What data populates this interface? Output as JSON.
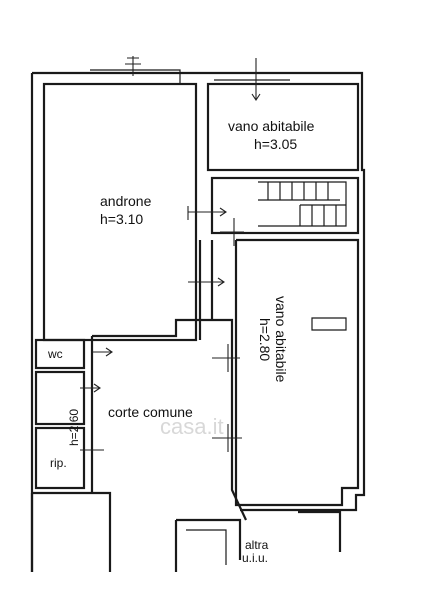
{
  "rooms": {
    "androne": {
      "name": "androne",
      "height": "h=3.10"
    },
    "vano_top": {
      "name": "vano abitabile",
      "height": "h=3.05"
    },
    "vano_right": {
      "name": "vano abitabile",
      "height": "h=2.80"
    },
    "wc": {
      "name": "wc"
    },
    "corte": {
      "name": "corte comune"
    },
    "left_strip": {
      "height": "h=2.60"
    },
    "rip": {
      "name": "rip."
    },
    "altra": {
      "line1": "altra",
      "line2": "u.i.u."
    }
  },
  "watermark": "casa.it"
}
